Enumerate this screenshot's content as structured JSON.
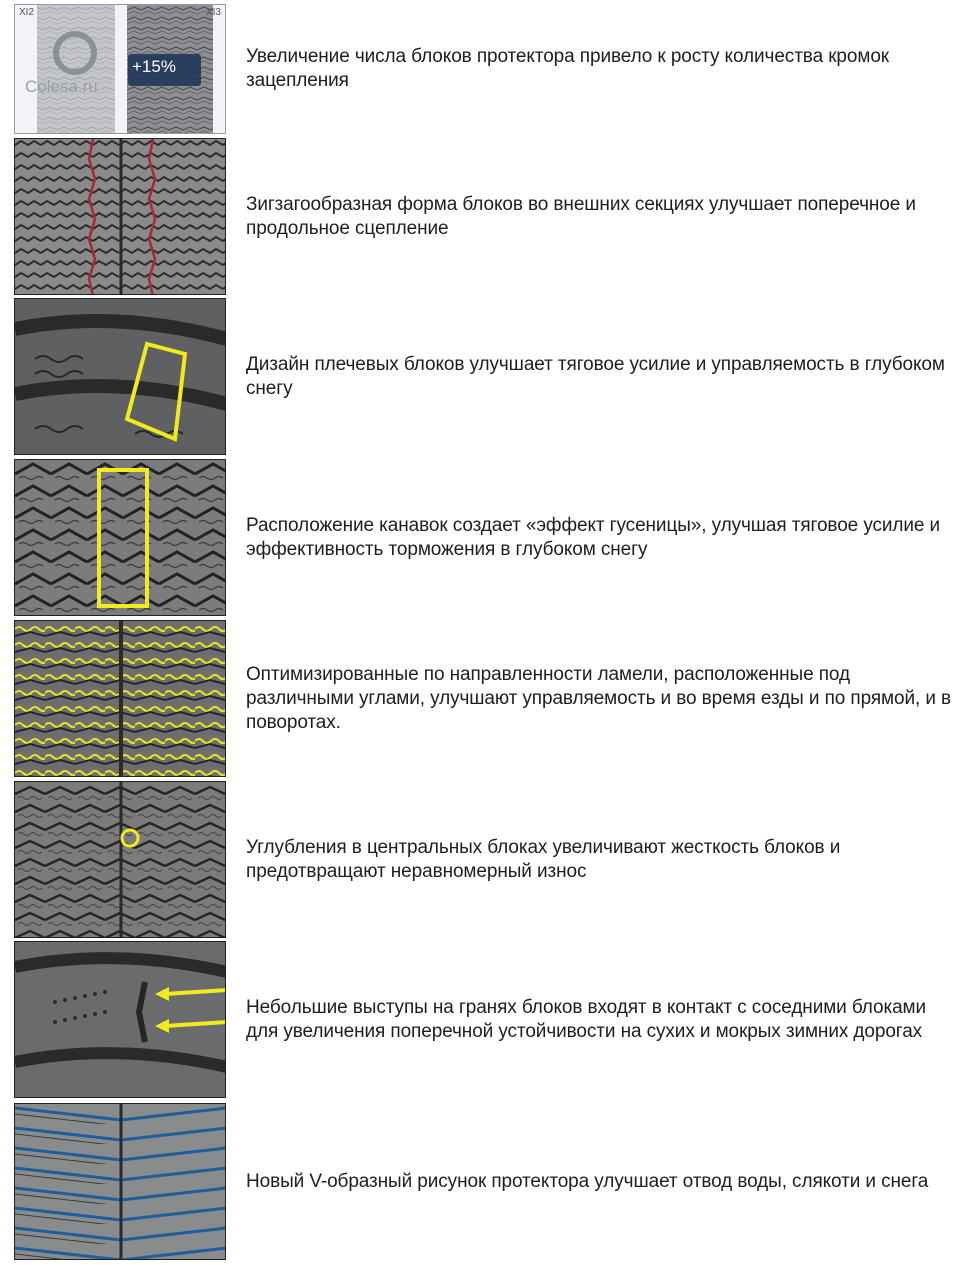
{
  "rows": [
    {
      "text": "Увеличение числа блоков протектора привело к росту количества кромок зацепления",
      "image": {
        "left_label": "XI2",
        "right_label": "XI3",
        "badge": "+15%",
        "watermark": "Colesa.ru"
      }
    },
    {
      "text": "Зигзагообразная форма блоков во внешних секциях улучшает поперечное и продольное сцепление"
    },
    {
      "text": "Дизайн плечевых блоков улучшает тяговое усилие и управляемость в глубоком снегу"
    },
    {
      "text": "Расположение канавок создает «эффект гусеницы», улучшая тяговое усилие и эффективность торможения в глубоком снегу"
    },
    {
      "text": "Оптимизированные по направленности ламели, расположенные под различными углами, улучшают управляемость и во время езды и по прямой, и в поворотах."
    },
    {
      "text": "Углубления в центральных блоках увеличивают жесткость блоков и предотвращают неравномерный износ"
    },
    {
      "text": "Небольшие выступы на гранях блоков входят в контакт с соседними блоками для увеличения поперечной устойчивости на сухих и мокрых зимних дорогах"
    },
    {
      "text": "Новый V-образный рисунок протектора улучшает отвод воды, слякоти и снега"
    }
  ],
  "colors": {
    "highlight_yellow": "#f2ea1c",
    "highlight_red": "#b0243a",
    "highlight_blue": "#1f5d9e",
    "tread": "#6b6b6b",
    "groove": "#2a2a2a"
  }
}
